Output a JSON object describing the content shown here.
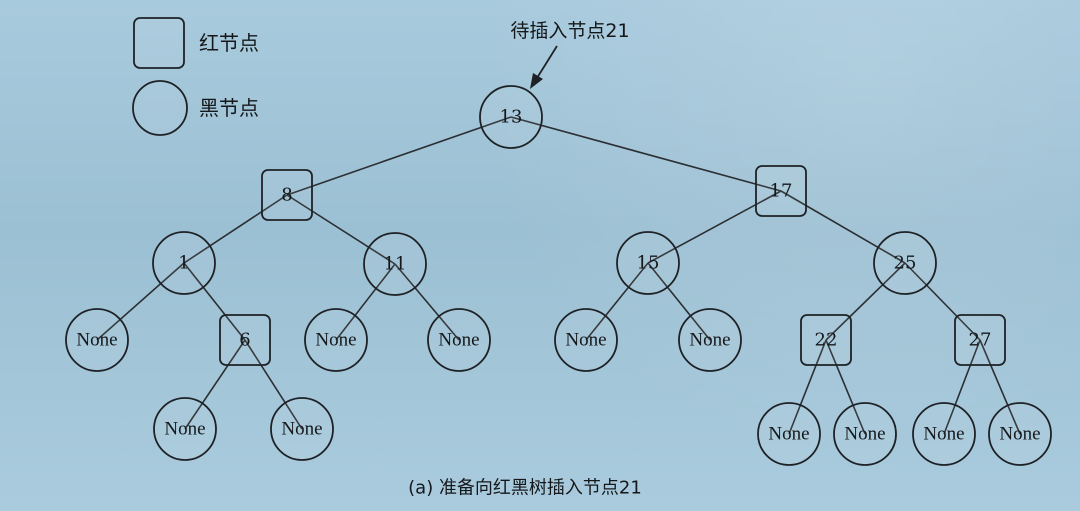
{
  "legend": {
    "red_label": "红节点",
    "black_label": "黑节点"
  },
  "pointer_label": "待插入节点21",
  "caption": "(a) 准备向红黑树插入节点21",
  "nodes": [
    {
      "id": "n13",
      "label": "13",
      "shape": "circle"
    },
    {
      "id": "n8",
      "label": "8",
      "shape": "square"
    },
    {
      "id": "n17",
      "label": "17",
      "shape": "square"
    },
    {
      "id": "n1",
      "label": "1",
      "shape": "circle"
    },
    {
      "id": "n11",
      "label": "11",
      "shape": "circle"
    },
    {
      "id": "n15",
      "label": "15",
      "shape": "circle"
    },
    {
      "id": "n25",
      "label": "25",
      "shape": "circle"
    },
    {
      "id": "none_1l",
      "label": "None",
      "shape": "circle"
    },
    {
      "id": "n6",
      "label": "6",
      "shape": "square"
    },
    {
      "id": "none_11l",
      "label": "None",
      "shape": "circle"
    },
    {
      "id": "none_11r",
      "label": "None",
      "shape": "circle"
    },
    {
      "id": "none_15l",
      "label": "None",
      "shape": "circle"
    },
    {
      "id": "none_15r",
      "label": "None",
      "shape": "circle"
    },
    {
      "id": "n22",
      "label": "22",
      "shape": "square"
    },
    {
      "id": "n27",
      "label": "27",
      "shape": "square"
    },
    {
      "id": "none_6l",
      "label": "None",
      "shape": "circle"
    },
    {
      "id": "none_6r",
      "label": "None",
      "shape": "circle"
    },
    {
      "id": "none_22l",
      "label": "None",
      "shape": "circle"
    },
    {
      "id": "none_22r",
      "label": "None",
      "shape": "circle"
    },
    {
      "id": "none_27l",
      "label": "None",
      "shape": "circle"
    },
    {
      "id": "none_27r",
      "label": "None",
      "shape": "circle"
    }
  ],
  "edges": [
    [
      "n13",
      "n8"
    ],
    [
      "n13",
      "n17"
    ],
    [
      "n8",
      "n1"
    ],
    [
      "n8",
      "n11"
    ],
    [
      "n17",
      "n15"
    ],
    [
      "n17",
      "n25"
    ],
    [
      "n1",
      "none_1l"
    ],
    [
      "n1",
      "n6"
    ],
    [
      "n11",
      "none_11l"
    ],
    [
      "n11",
      "none_11r"
    ],
    [
      "n15",
      "none_15l"
    ],
    [
      "n15",
      "none_15r"
    ],
    [
      "n25",
      "n22"
    ],
    [
      "n25",
      "n27"
    ],
    [
      "n6",
      "none_6l"
    ],
    [
      "n6",
      "none_6r"
    ],
    [
      "n22",
      "none_22l"
    ],
    [
      "n22",
      "none_22r"
    ],
    [
      "n27",
      "none_27l"
    ],
    [
      "n27",
      "none_27r"
    ]
  ]
}
